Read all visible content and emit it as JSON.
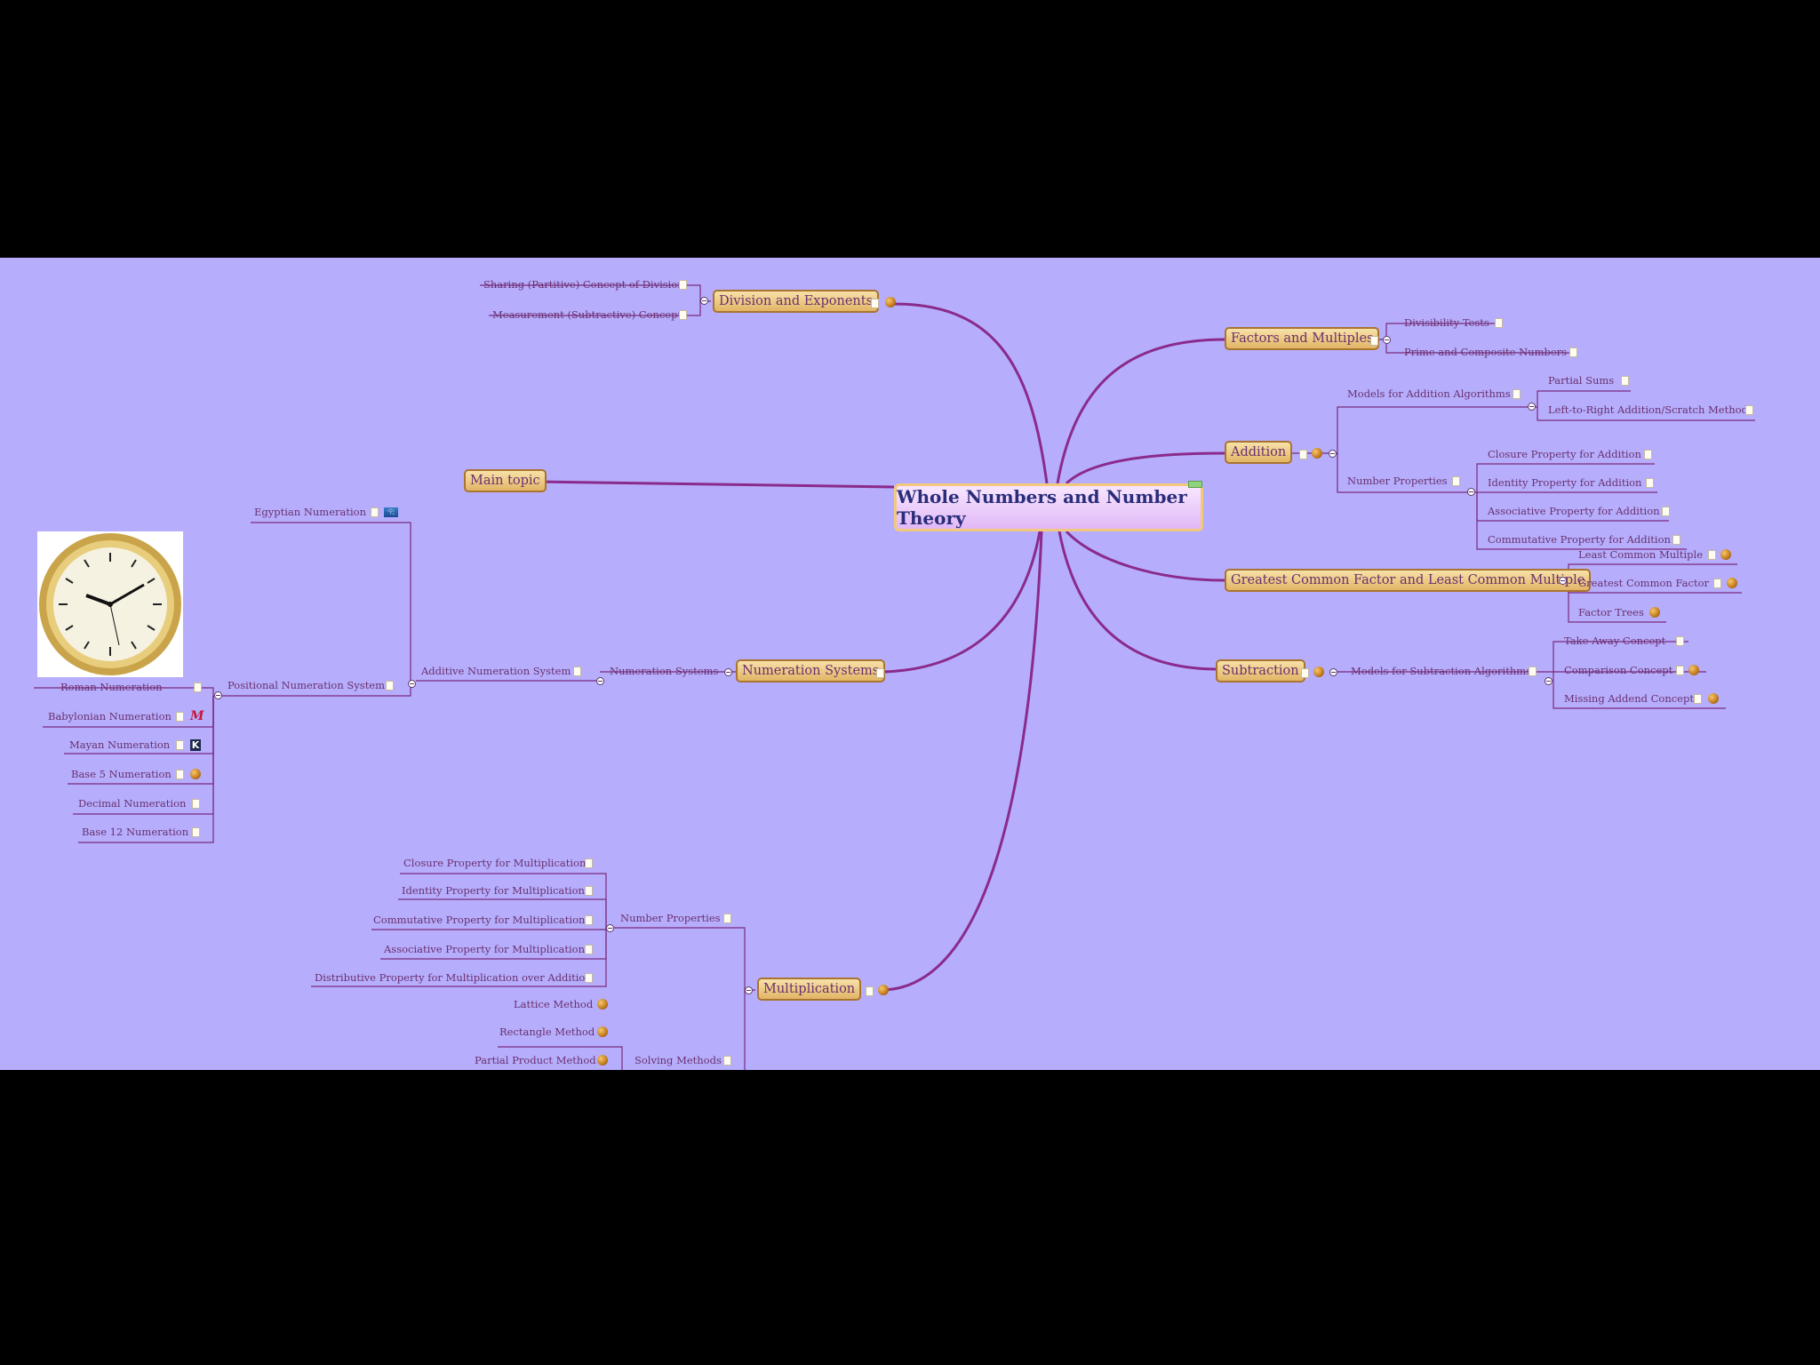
{
  "colors": {
    "background": "#b6aefc",
    "frame": "#000000",
    "branch": "#8a2a8c",
    "topic_fill": "#ecc27a",
    "central_text": "#2a2d7a",
    "label_text": "#6a2f6f"
  },
  "central_topic": "Whole Numbers and Number Theory",
  "topics": {
    "division": "Division and Exponents",
    "factors": "Factors and Multiples",
    "addition": "Addition",
    "main": "Main topic",
    "gcf": "Greatest Common Factor and Least Common Multiple",
    "numeration": "Numeration Systems",
    "subtraction": "Subtraction",
    "multiplication": "Multiplication"
  },
  "division": [
    "Sharing (Partitive) Concept of Division",
    "Measurement (Subtractive) Concept"
  ],
  "factors": [
    "Divisibility Tests",
    "Prime and Composite Numbers"
  ],
  "addition": {
    "models": "Models for Addition Algorithms",
    "model_items": [
      "Partial Sums",
      "Left-to-Right Addition/Scratch Method"
    ],
    "properties": "Number Properties",
    "property_items": [
      "Closure Property for Addition",
      "Identity Property for Addition",
      "Associative Property for Addition",
      "Commutative Property for Addition"
    ]
  },
  "gcf": [
    "Least Common Multiple",
    "Greatest Common Factor",
    "Factor Trees"
  ],
  "subtraction": {
    "models": "Models for Subtraction Algorithms",
    "items": [
      "Take-Away Concept",
      "Comparison Concept",
      "Missing Addend Concept"
    ]
  },
  "numeration": {
    "level1": "Numeration Systems",
    "additive": "Additive Numeration System",
    "egyptian": "Egyptian Numeration",
    "positional": "Positional Numeration System",
    "positional_items": [
      "Roman Numeration",
      "Babylonian Numeration",
      "Mayan Numeration",
      "Base 5 Numeration",
      "Decimal Numeration",
      "Base 12 Numeration"
    ]
  },
  "multiplication": {
    "properties": "Number Properties",
    "property_items": [
      "Closure Property for Multiplication",
      "Identity Property for Multiplication",
      "Commutative Property for Multiplication",
      "Associative Property for Multiplication",
      "Distributive Property for Multiplication over Addition"
    ],
    "methods": "Solving Methods",
    "method_items": [
      "Lattice Method",
      "Rectangle Method",
      "Partial Product Method"
    ]
  },
  "icons": {
    "note": "doc-icon",
    "link": "globe-icon",
    "collapse": "collapse-icon",
    "babylonian": "m-icon",
    "mayan": "k-icon",
    "egyptian": "egypt-icon",
    "image": "clock-image"
  },
  "icon_text": {
    "babylonian": "M",
    "mayan": "K"
  }
}
